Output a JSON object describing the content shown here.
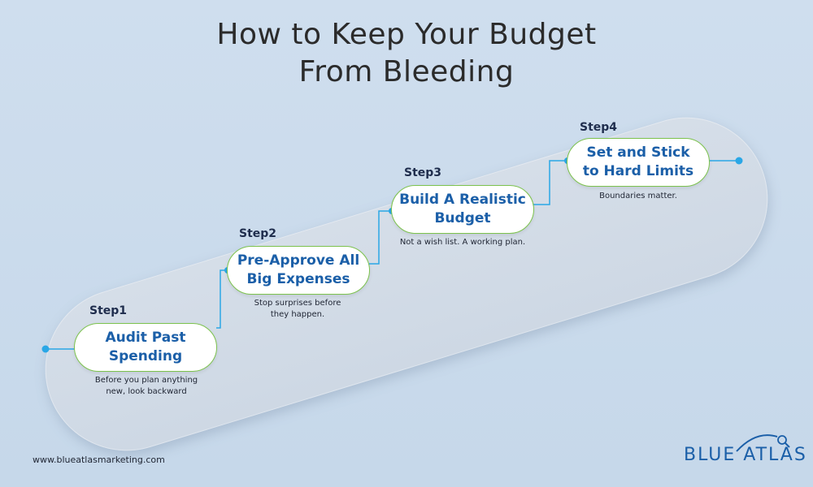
{
  "title": {
    "line1": "How to Keep Your Budget",
    "line2": "From Bleeding"
  },
  "steps": [
    {
      "label": "Step1",
      "title_line1": "Audit Past",
      "title_line2": "Spending",
      "description_line1": "Before you plan anything",
      "description_line2": "new, look backward"
    },
    {
      "label": "Step2",
      "title_line1": "Pre-Approve All",
      "title_line2": "Big Expenses",
      "description_line1": "Stop surprises before",
      "description_line2": "they happen."
    },
    {
      "label": "Step3",
      "title_line1": "Build A Realistic",
      "title_line2": "Budget",
      "description_line1": "Not a wish list. A working plan.",
      "description_line2": ""
    },
    {
      "label": "Step4",
      "title_line1": "Set and Stick",
      "title_line2": "to Hard Limits",
      "description_line1": "Boundaries matter.",
      "description_line2": ""
    }
  ],
  "footer": {
    "url": "www.blueatlasmarketing.com",
    "logo": "BLUE ATLAS"
  },
  "colors": {
    "accent": "#1b5fa8",
    "connector": "#2aa7e6",
    "pill_border": "#7cc24d",
    "background": "#cfdeee"
  }
}
